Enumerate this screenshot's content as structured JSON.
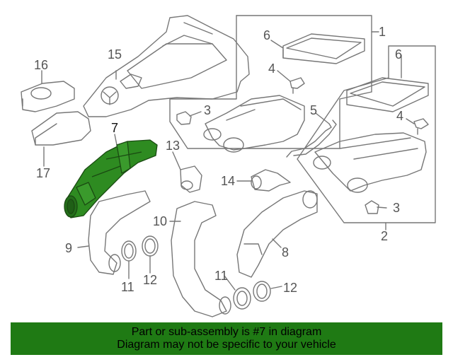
{
  "callouts": {
    "c1": "1",
    "c2": "2",
    "c3a": "3",
    "c3b": "3",
    "c4a": "4",
    "c4b": "4",
    "c5": "5",
    "c6a": "6",
    "c6b": "6",
    "c7": "7",
    "c8": "8",
    "c9": "9",
    "c10": "10",
    "c11a": "11",
    "c11b": "11",
    "c12a": "12",
    "c12b": "12",
    "c13": "13",
    "c14": "14",
    "c15": "15",
    "c16": "16",
    "c17": "17"
  },
  "banner": {
    "line1": "Part or sub-assembly is #7 in diagram",
    "line2": "Diagram may not be specific to your vehicle"
  },
  "colors": {
    "highlight": "#1f7a14",
    "part_fill": "#2e8b21",
    "line": "#777777"
  },
  "highlighted_part": "7"
}
